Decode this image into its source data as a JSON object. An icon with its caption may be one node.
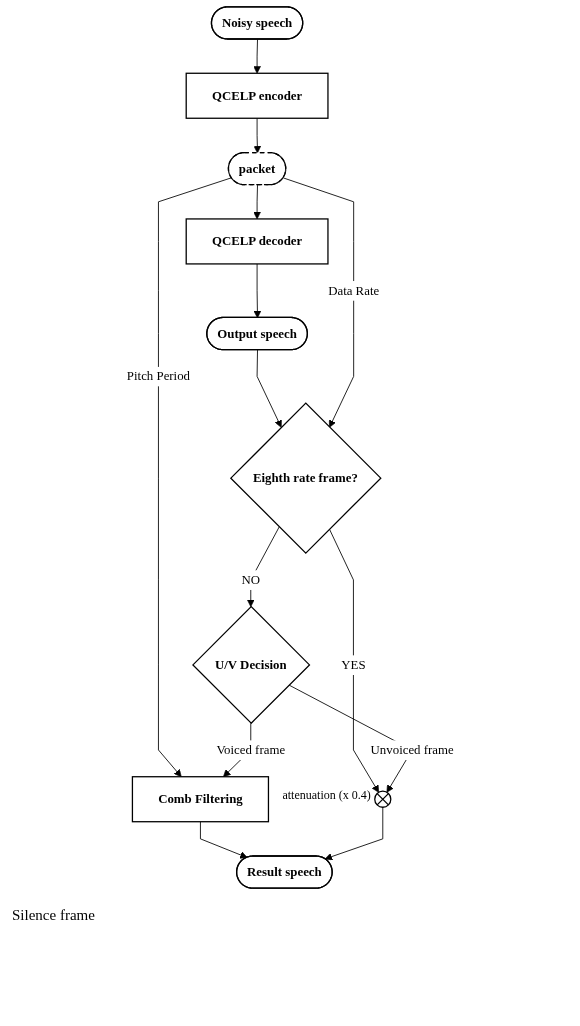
{
  "diagram": {
    "nodes": [
      {
        "text": [
          "Noisy speech"
        ]
      },
      {
        "text": [
          "QCELP encoder"
        ]
      },
      {
        "text": [
          "packet"
        ]
      },
      {
        "text": [
          "QCELP decoder"
        ]
      },
      {
        "text": [
          "Output speech"
        ]
      },
      {
        "text": [
          "Eighth rate frame?"
        ]
      },
      {
        "text": [
          "U/V Decision"
        ]
      },
      {
        "text": [],
        "shape": "circle",
        "beside": [
          "attenuation (x 0.4)"
        ]
      },
      {
        "text": [
          "Comb Filtering"
        ]
      },
      {
        "text": [
          "Result speech"
        ]
      }
    ],
    "edges": [
      {
        "from": 0,
        "to": 1,
        "arrow": "to"
      },
      {
        "from": 1,
        "to": 2,
        "arrow": "to"
      },
      {
        "from": 2,
        "to": 3,
        "arrow": "to"
      },
      {
        "from": 3,
        "to": 4,
        "arrow": "to"
      },
      {
        "from": 4,
        "to": 5,
        "arrow": "to"
      },
      {
        "from": 2,
        "to": 5,
        "arrow": "to",
        "label": "Data Rate"
      },
      {
        "from": 2,
        "to": 8,
        "arrow": "to",
        "label": "Pitch Period"
      },
      {
        "from": 5,
        "to": 6,
        "arrow": "to",
        "label": "NO"
      },
      {
        "from": 5,
        "to": 7,
        "arrow": "to",
        "label": "YES"
      },
      {
        "from": 6,
        "to": 7,
        "arrow": "to",
        "label": "Unvoiced frame"
      },
      {
        "from": 6,
        "to": 8,
        "arrow": "to",
        "label": "Voiced frame"
      },
      {
        "from": 8,
        "to": 9,
        "arrow": "to"
      },
      {
        "from": 7,
        "to": 9,
        "arrow": "to"
      }
    ],
    "labels": [
      "Silence frame"
    ]
  }
}
